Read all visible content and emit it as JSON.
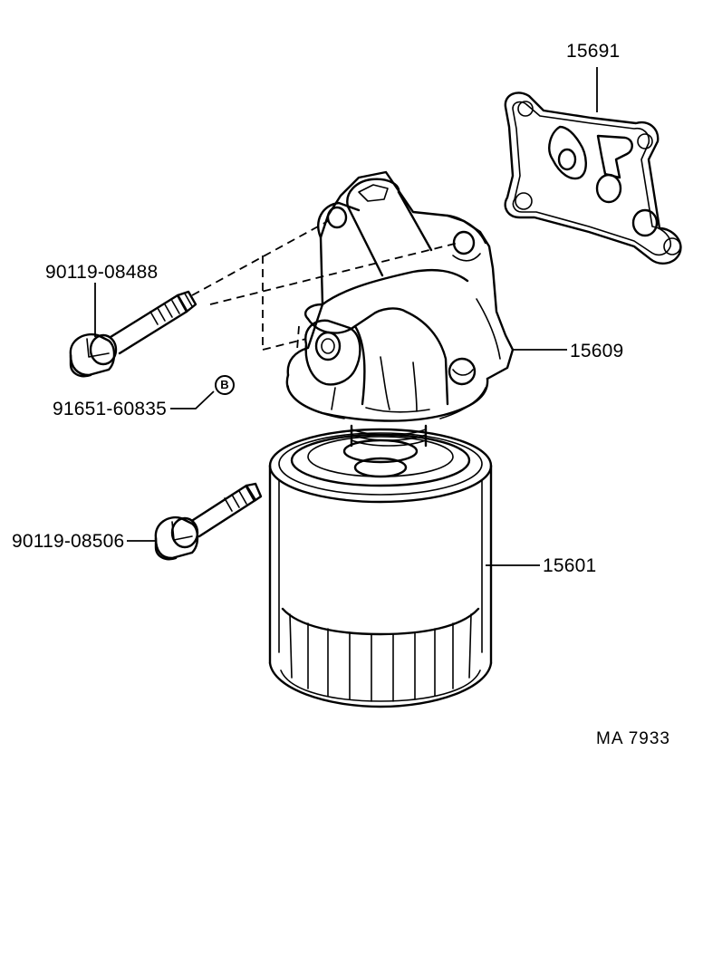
{
  "parts": {
    "gasket": "15691",
    "bracket": "15609",
    "filter": "15601",
    "bolt_upper": "90119-08488",
    "gasket_b": "91651-60835",
    "bolt_lower": "90119-08506"
  },
  "gasket_b_symbol": "B",
  "figure_ref": "MA  7933"
}
